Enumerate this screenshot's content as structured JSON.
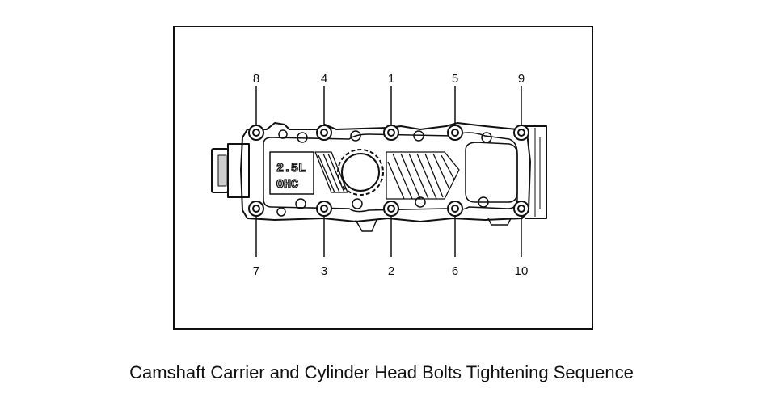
{
  "caption": "Camshaft Carrier and Cylinder Head Bolts Tightening Sequence",
  "engine_marking": {
    "line1": "2.5L",
    "line2": "OHC"
  },
  "bolt_labels": {
    "top": [
      "8",
      "4",
      "1",
      "5",
      "9"
    ],
    "bottom": [
      "7",
      "3",
      "2",
      "6",
      "10"
    ]
  },
  "colors": {
    "ink": "#111111",
    "background": "#ffffff"
  }
}
